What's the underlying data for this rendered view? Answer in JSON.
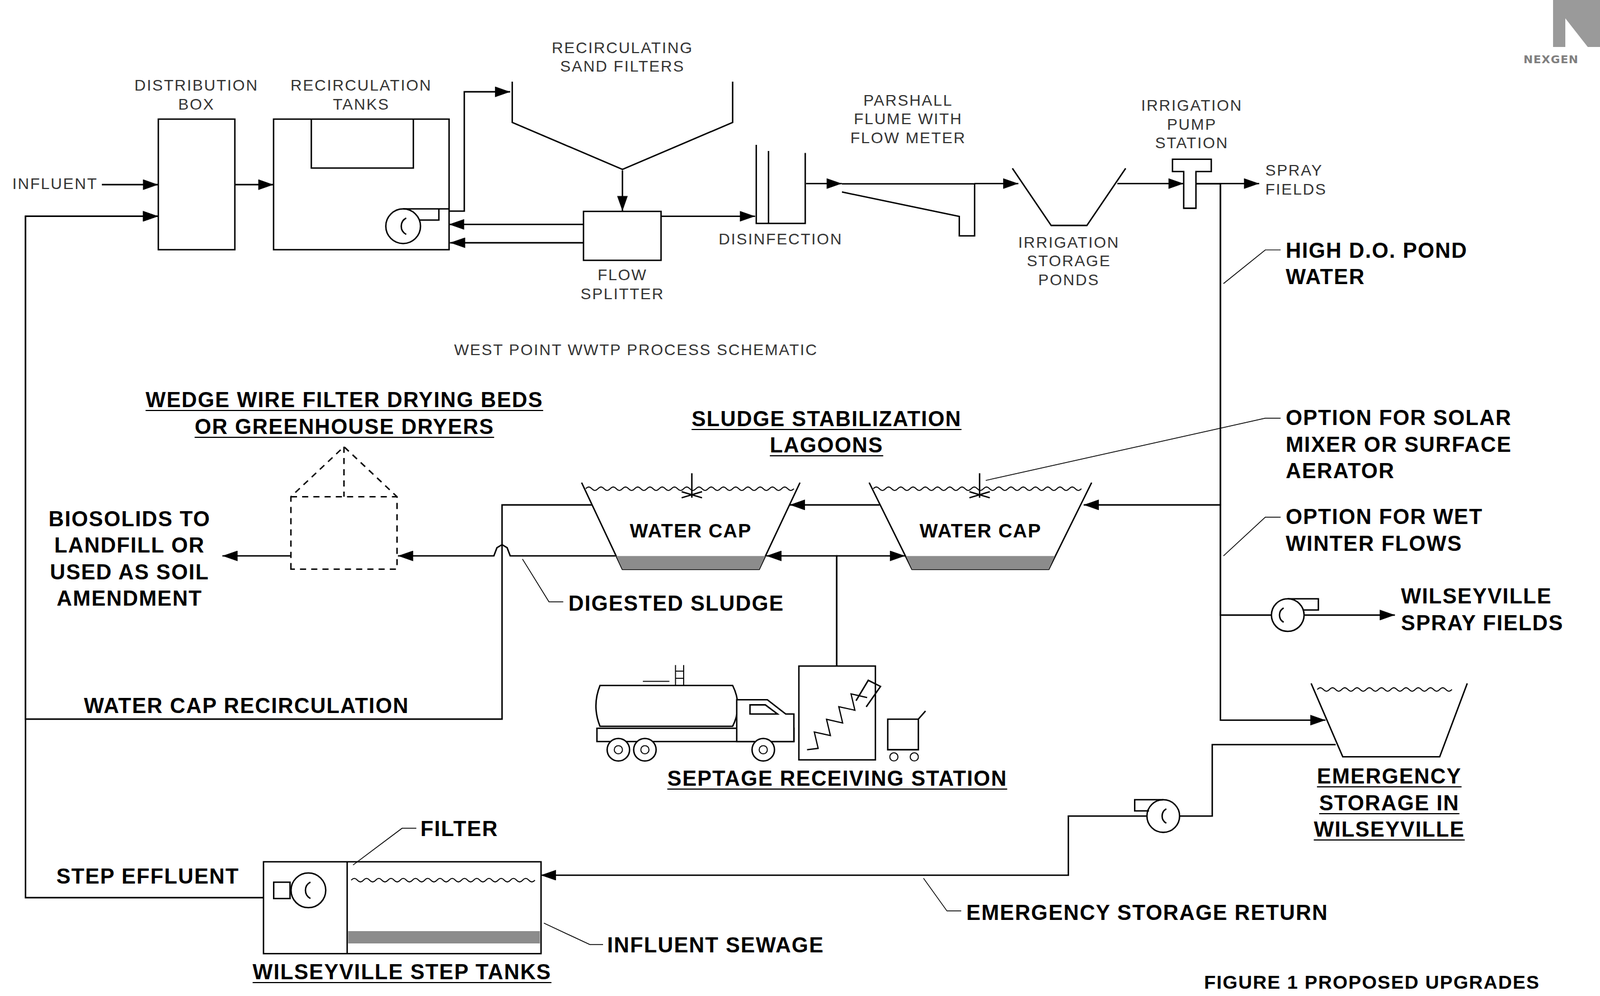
{
  "diagram": {
    "nodes": [
      {
        "text": [
          "INFLUENT"
        ]
      },
      {
        "text": [
          "DISTRIBUTION BOX"
        ]
      },
      {
        "text": [
          "RECIRCULATION TANKS"
        ]
      },
      {
        "text": [
          "RECIRCULATING SAND FILTERS"
        ]
      },
      {
        "text": [
          "FLOW SPLITTER"
        ]
      },
      {
        "text": [
          "DISINFECTION"
        ]
      },
      {
        "text": [
          "PARSHALL FLUME WITH FLOW METER"
        ]
      },
      {
        "text": [
          "IRRIGATION STORAGE PONDS"
        ]
      },
      {
        "text": [
          "IRRIGATION PUMP STATION"
        ]
      },
      {
        "text": [
          "SPRAY FIELDS"
        ]
      },
      {
        "text": [
          "WEDGE WIRE FILTER DRYING BEDS OR GREENHOUSE DRYERS"
        ]
      },
      {
        "text": [
          "BIOSOLIDS TO LANDFILL OR USED AS SOIL AMENDMENT"
        ]
      },
      {
        "text": [
          "WATER CAP"
        ]
      },
      {
        "text": [
          "WATER CAP"
        ]
      },
      {
        "text": [
          "WILSEYVILLE SPRAY FIELDS"
        ]
      },
      {
        "text": [
          "SEPTAGE RECEIVING STATION"
        ]
      },
      {
        "text": [
          "EMERGENCY STORAGE IN WILSEYVILLE"
        ]
      },
      {
        "text": [
          "WILSEYVILLE STEP TANKS"
        ]
      }
    ],
    "edges": [
      {
        "from": 0,
        "to": 1,
        "arrow": "to"
      },
      {
        "from": 1,
        "to": 2,
        "arrow": "to"
      },
      {
        "from": 2,
        "to": 3,
        "arrow": "to"
      },
      {
        "from": 3,
        "to": 4,
        "arrow": "to"
      },
      {
        "from": 4,
        "to": 2,
        "arrow": "to"
      },
      {
        "from": 4,
        "to": 5,
        "arrow": "to"
      },
      {
        "from": 5,
        "to": 6,
        "arrow": "to"
      },
      {
        "from": 6,
        "to": 7,
        "arrow": "to"
      },
      {
        "from": 7,
        "to": 8,
        "arrow": "to"
      },
      {
        "from": 8,
        "to": 9,
        "arrow": "to"
      },
      {
        "from": 8,
        "to": 13,
        "arrow": "to"
      },
      {
        "from": 8,
        "to": 14,
        "arrow": "to"
      },
      {
        "from": 8,
        "to": 16,
        "arrow": "to"
      },
      {
        "from": 13,
        "to": 12,
        "arrow": "to"
      },
      {
        "from": 12,
        "to": 10,
        "arrow": "to"
      },
      {
        "from": 12,
        "to": 1,
        "label": "WATER CAP RECIRCULATION",
        "arrow": "to"
      },
      {
        "from": 15,
        "to": 12,
        "arrow": "to"
      },
      {
        "from": 15,
        "to": 13,
        "arrow": "to"
      },
      {
        "from": 10,
        "to": 11,
        "arrow": "to"
      },
      {
        "from": 16,
        "to": 17,
        "arrow": "to"
      },
      {
        "from": 17,
        "to": 1,
        "label": "STEP EFFLUENT",
        "arrow": "to"
      }
    ],
    "labels": [
      "WEST POINT WWTP PROCESS SCHEMATIC",
      "SLUDGE STABILIZATION LAGOONS",
      "HIGH D.O. POND WATER",
      "OPTION FOR SOLAR MIXER OR SURFACE AERATOR",
      "OPTION FOR WET WINTER FLOWS",
      "DIGESTED SLUDGE",
      "FILTER",
      "INFLUENT SEWAGE",
      "EMERGENCY STORAGE RETURN",
      "NEXGEN",
      "FIGURE 1 PROPOSED UPGRADES"
    ]
  }
}
